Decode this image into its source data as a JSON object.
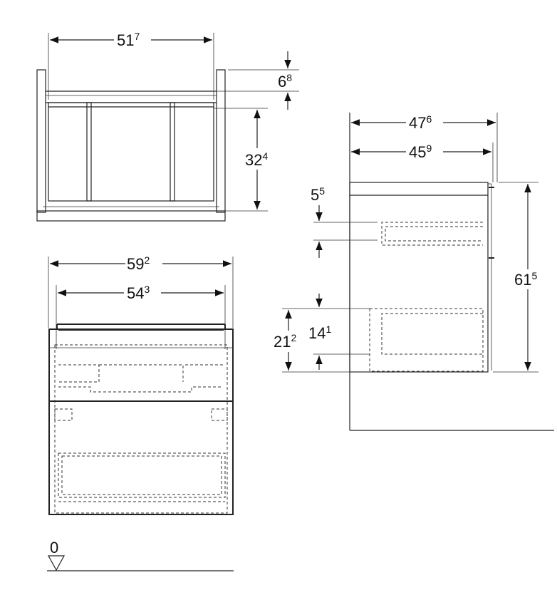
{
  "dimensions": {
    "top_width": {
      "main": "51",
      "sup": "7"
    },
    "top_rim": {
      "main": "6",
      "sup": "8"
    },
    "top_depth": {
      "main": "32",
      "sup": "4"
    },
    "front_width": {
      "main": "59",
      "sup": "2"
    },
    "front_inner_width": {
      "main": "54",
      "sup": "3"
    },
    "side_depth": {
      "main": "47",
      "sup": "6"
    },
    "side_inner_depth": {
      "main": "45",
      "sup": "9"
    },
    "top_drawer_offset": {
      "main": "5",
      "sup": "5"
    },
    "side_height": {
      "main": "61",
      "sup": "5"
    },
    "bottom_drawer_height": {
      "main": "21",
      "sup": "2"
    },
    "bottom_drawer_inner": {
      "main": "14",
      "sup": "1"
    },
    "floor_level": {
      "main": "0"
    }
  }
}
